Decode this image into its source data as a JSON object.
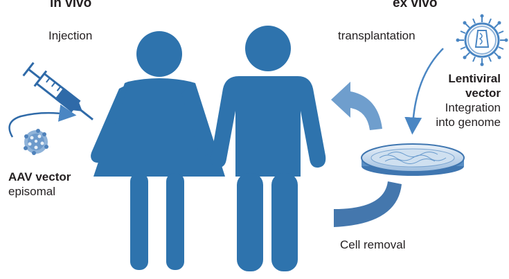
{
  "headings": {
    "in_vivo": "in vivo",
    "ex_vivo": "ex vivo"
  },
  "labels": {
    "injection": "Injection",
    "transplantation": "transplantation",
    "lentiviral_title_1": "Lentiviral",
    "lentiviral_title_2": "vector",
    "integration_1": "Integration",
    "integration_2": "into genome",
    "aav_title": "AAV vector",
    "aav_sub": "episomal",
    "cell_removal": "Cell removal"
  },
  "colors": {
    "figure": "#2e73ad",
    "arrow": "#5a8fc4",
    "syringe": "#2f6aa8",
    "text": "#231f20"
  },
  "icons": [
    "syringe-icon",
    "aav-virus-icon",
    "lentivirus-icon",
    "petri-dish-icon",
    "woman-figure-icon",
    "man-figure-icon"
  ]
}
